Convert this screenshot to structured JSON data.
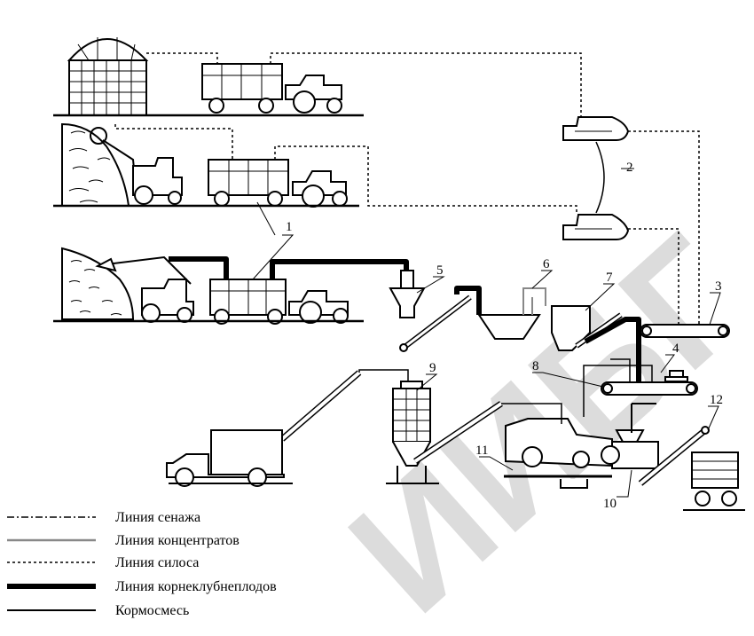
{
  "diagram": {
    "callouts": [
      "1",
      "2",
      "3",
      "4",
      "5",
      "6",
      "7",
      "8",
      "9",
      "10",
      "11",
      "12"
    ],
    "legend": [
      {
        "label": "Линия сенажа",
        "style": "dash-dot"
      },
      {
        "label": "Линия концентратов",
        "style": "thin-gray"
      },
      {
        "label": "Линия силоса",
        "style": "dotted"
      },
      {
        "label": "Линия корнеклубнеплодов",
        "style": "thick-black"
      },
      {
        "label": "Кормосмесь",
        "style": "solid-black"
      }
    ],
    "watermark": "ИИБГ",
    "colors": {
      "line": "#000000",
      "watermark": "#d9d9d9",
      "concentrate": "#888888"
    }
  }
}
